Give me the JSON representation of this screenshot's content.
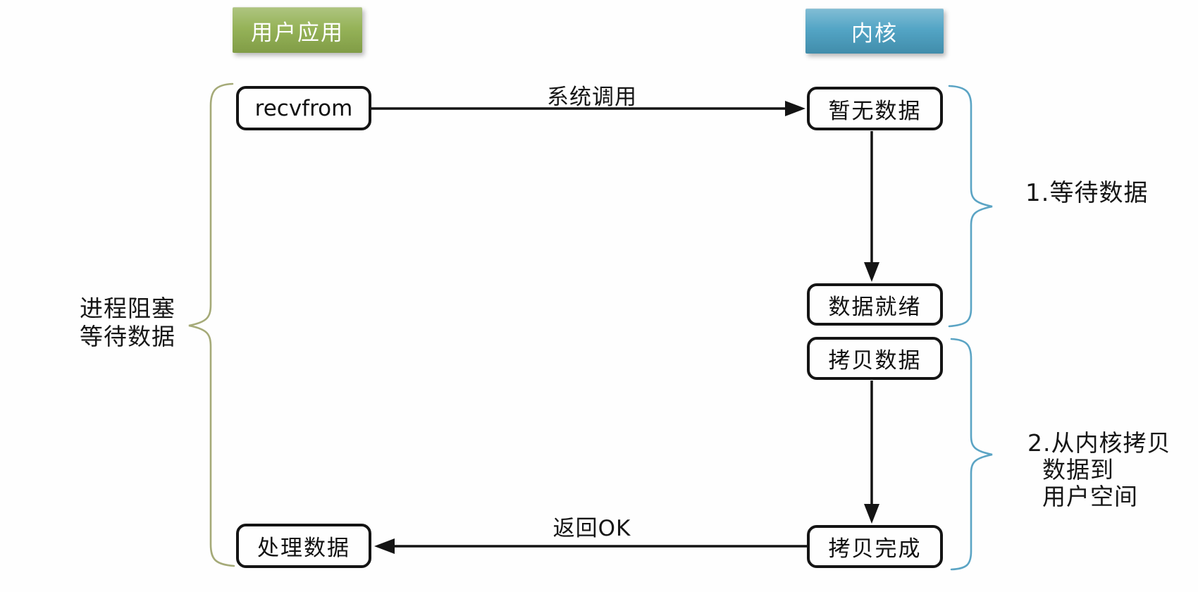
{
  "diagram": {
    "title_context": "blocking-io-flow",
    "columns": {
      "user": {
        "title": "用户应用"
      },
      "kernel": {
        "title": "内核"
      }
    },
    "nodes": {
      "recvfrom": "recvfrom",
      "no_data": "暂无数据",
      "data_ready": "数据就绪",
      "copy_data": "拷贝数据",
      "copy_done": "拷贝完成",
      "process_data": "处理数据"
    },
    "arrows": {
      "syscall_label": "系统调用",
      "return_label": "返回OK"
    },
    "annotations": {
      "left_brace": {
        "line1": "进程阻塞",
        "line2": "等待数据"
      },
      "wait_brace": {
        "label": "1.等待数据"
      },
      "copy_brace": {
        "line1": "2.从内核拷贝",
        "line2": "数据到",
        "line3": "用户空间"
      }
    },
    "icons": {
      "left_brace_icon": "curly-brace-left",
      "wait_brace_icon": "curly-brace-right",
      "copy_brace_icon": "curly-brace-right"
    },
    "colors": {
      "user_header": "#8fae4e",
      "kernel_header": "#4aa0c2",
      "left_brace": "#a5aa78",
      "right_brace": "#5ba4c4",
      "node_ink": "#141414"
    }
  }
}
